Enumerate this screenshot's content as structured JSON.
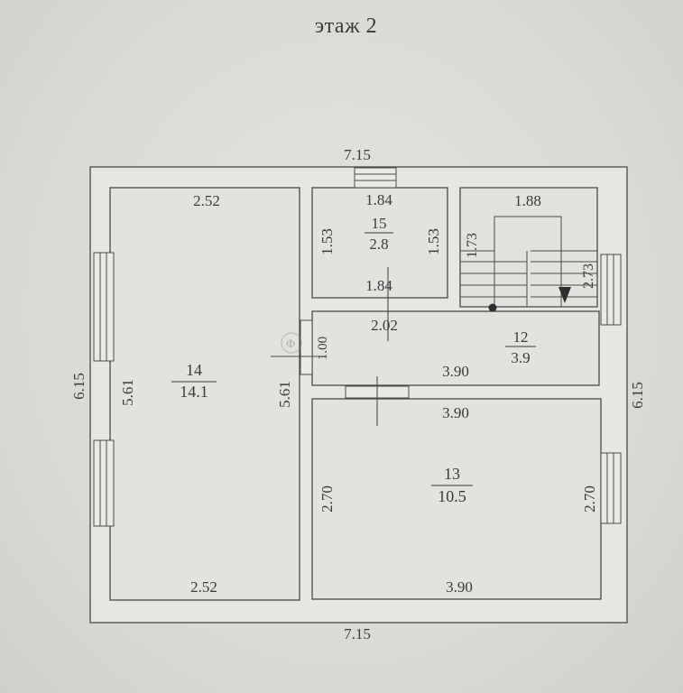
{
  "title": "этаж 2",
  "rooms": [
    {
      "id": "14",
      "number": "14",
      "area": "14.1"
    },
    {
      "id": "15",
      "number": "15",
      "area": "2.8"
    },
    {
      "id": "12",
      "number": "12",
      "area": "3.9"
    },
    {
      "id": "13",
      "number": "13",
      "area": "10.5"
    }
  ],
  "dimensions": {
    "outer_top": "7.15",
    "outer_bottom": "7.15",
    "outer_left": "6.15",
    "outer_right": "6.15",
    "room14_top": "2.52",
    "room14_bottom": "2.52",
    "room14_left": "5.61",
    "room14_right": "5.61",
    "room15_top": "1.84",
    "room15_bottom": "1.84",
    "room15_left": "1.53",
    "room15_right": "1.53",
    "stair_top": "1.88",
    "stair_left": "1.73",
    "stair_right": "2.73",
    "room12_top": "2.02",
    "room12_left": "1.00",
    "room12_bottom": "3.90",
    "room13_top": "3.90",
    "room13_bottom": "3.90",
    "room13_left": "2.70",
    "room13_right": "2.70"
  },
  "colors": {
    "paper": "#dcdcd8",
    "wall": "#e6e6e3",
    "line": "#4a4a4a",
    "text": "#3a3a3a"
  }
}
